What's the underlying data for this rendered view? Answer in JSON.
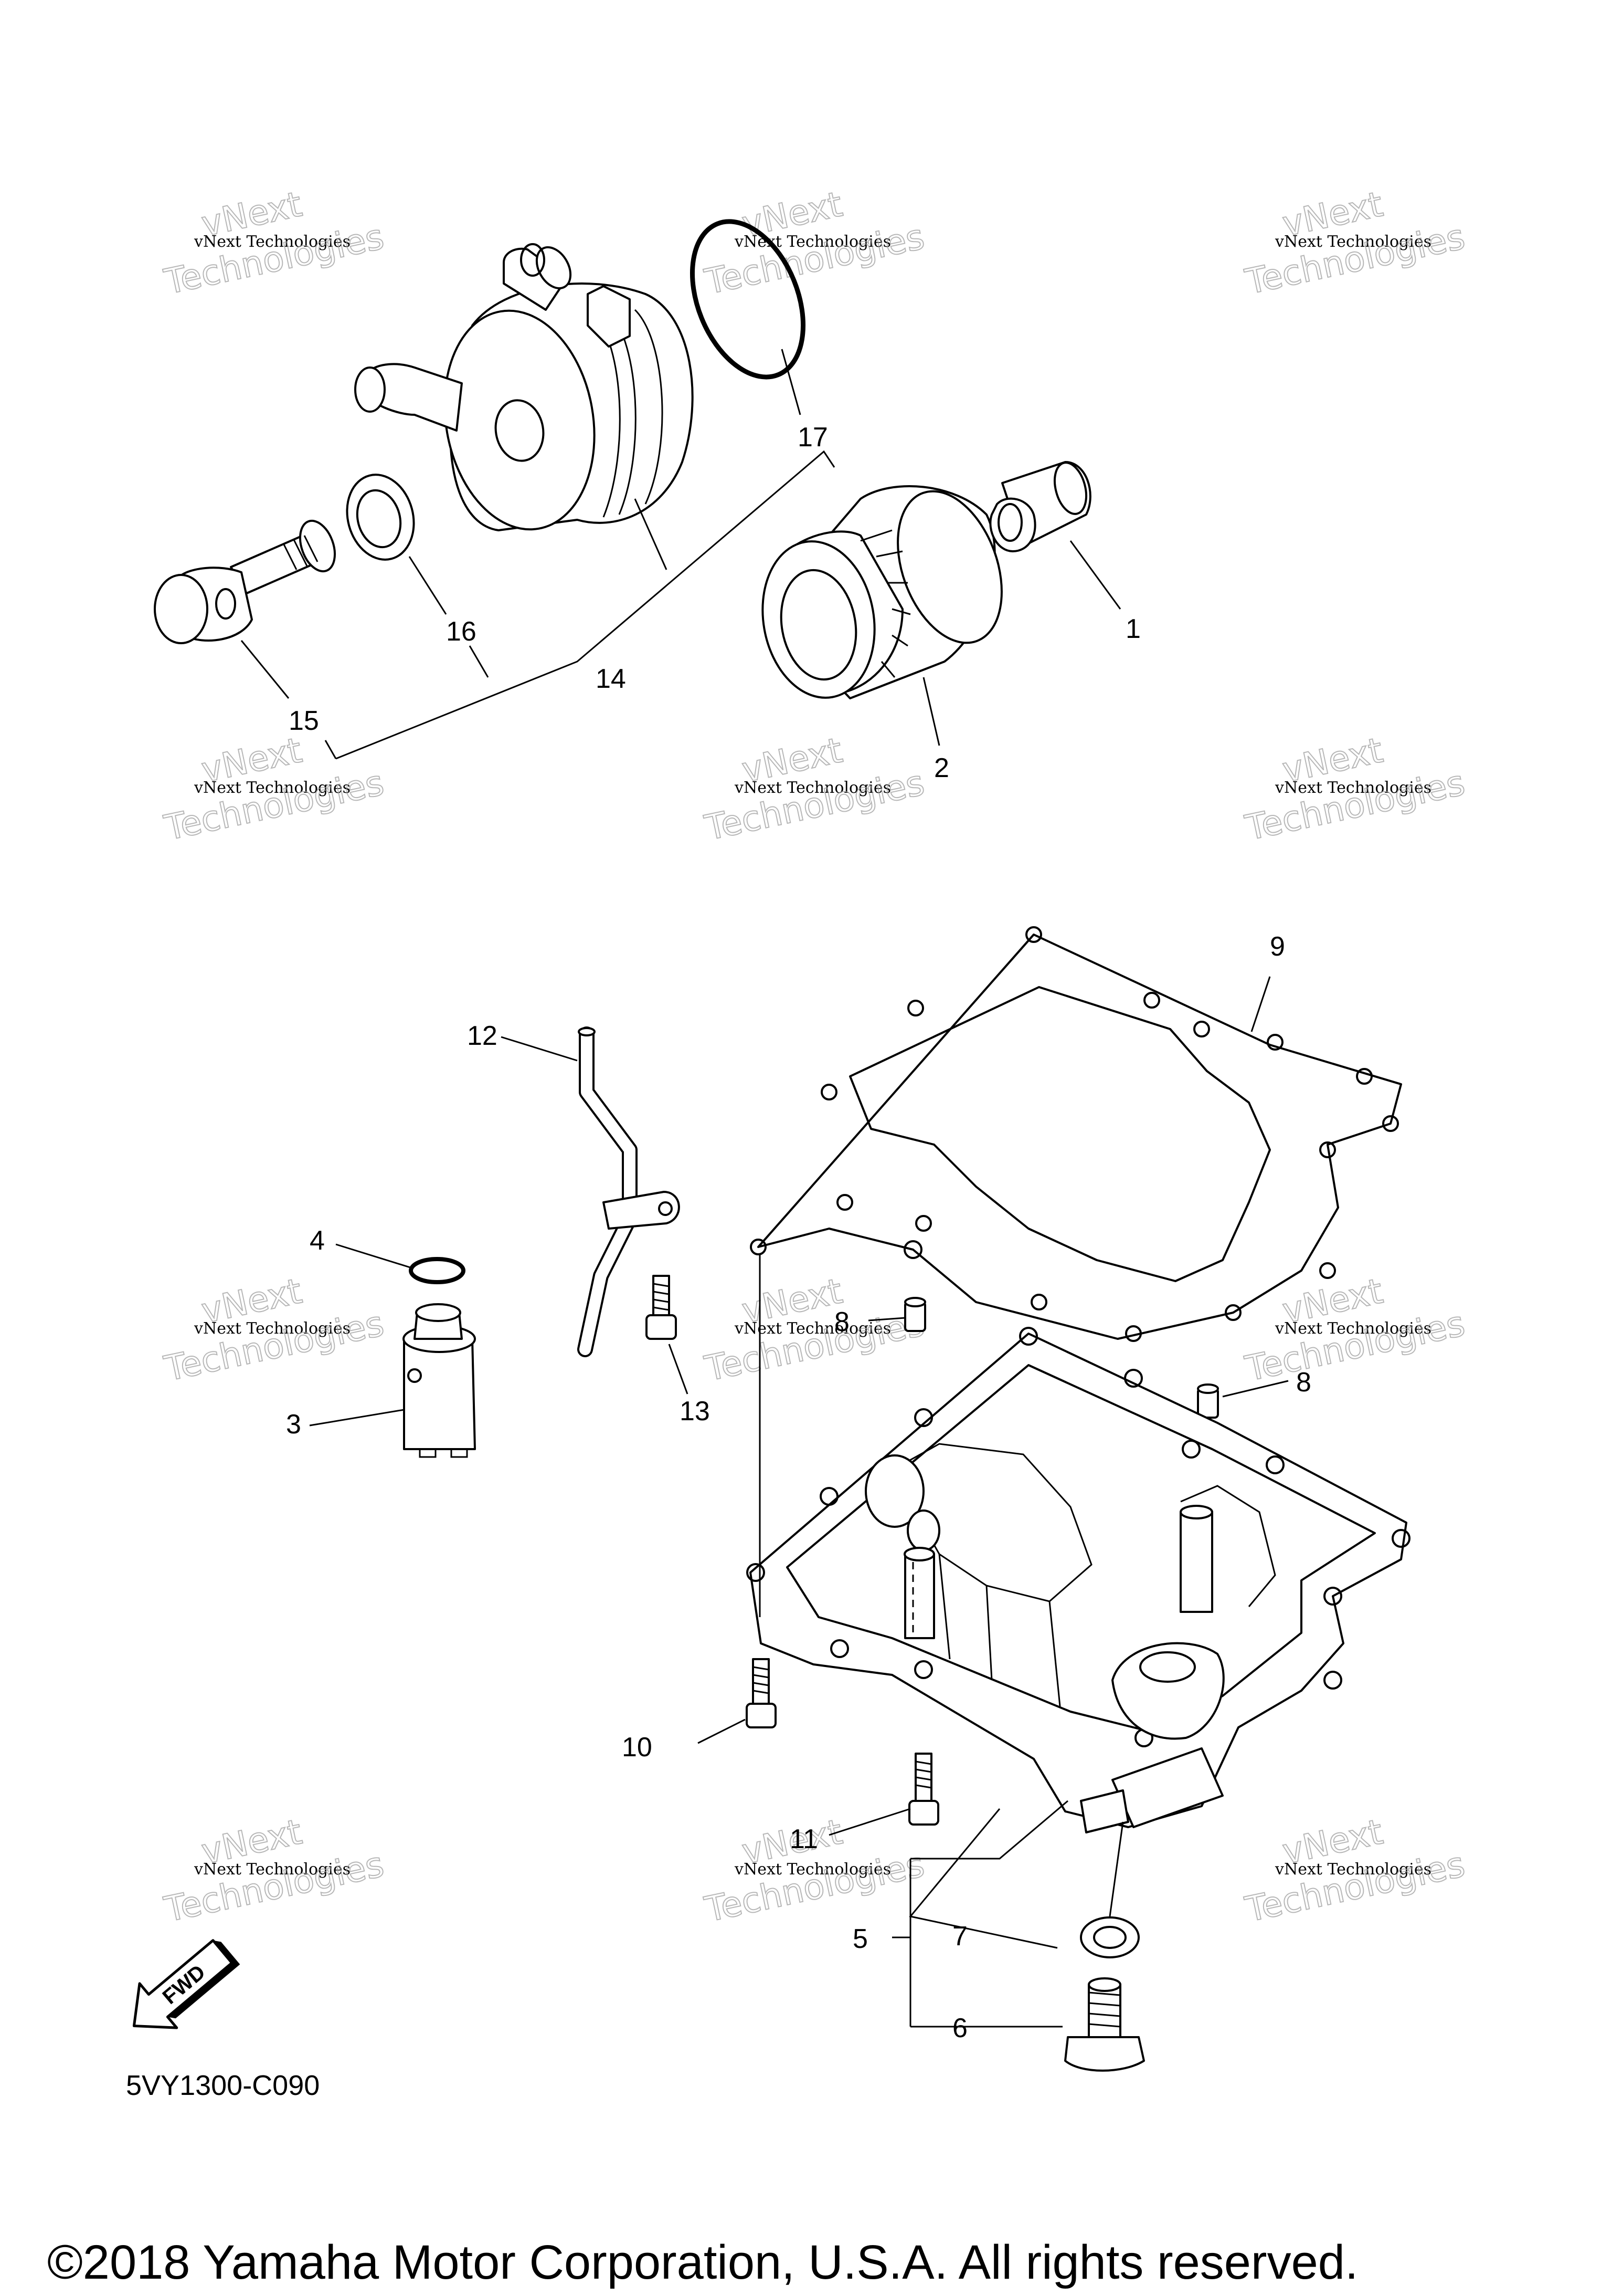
{
  "diagram": {
    "callouts": [
      {
        "id": "c1",
        "label": "1"
      },
      {
        "id": "c2",
        "label": "2"
      },
      {
        "id": "c3",
        "label": "3"
      },
      {
        "id": "c4",
        "label": "4"
      },
      {
        "id": "c5",
        "label": "5"
      },
      {
        "id": "c6",
        "label": "6"
      },
      {
        "id": "c7",
        "label": "7"
      },
      {
        "id": "c8a",
        "label": "8"
      },
      {
        "id": "c8b",
        "label": "8"
      },
      {
        "id": "c9",
        "label": "9"
      },
      {
        "id": "c10",
        "label": "10"
      },
      {
        "id": "c11",
        "label": "11"
      },
      {
        "id": "c12",
        "label": "12"
      },
      {
        "id": "c13",
        "label": "13"
      },
      {
        "id": "c14",
        "label": "14"
      },
      {
        "id": "c15",
        "label": "15"
      },
      {
        "id": "c16",
        "label": "16"
      },
      {
        "id": "c17",
        "label": "17"
      }
    ],
    "watermark": {
      "line1": "vNext Technologies",
      "line2": "vNext",
      "line3": "Technologies"
    },
    "fwd_label": "FWD",
    "diagram_code": "5VY1300-C090"
  },
  "footer": {
    "copyright": "©2018 Yamaha Motor Corporation, U.S.A. All rights reserved."
  }
}
